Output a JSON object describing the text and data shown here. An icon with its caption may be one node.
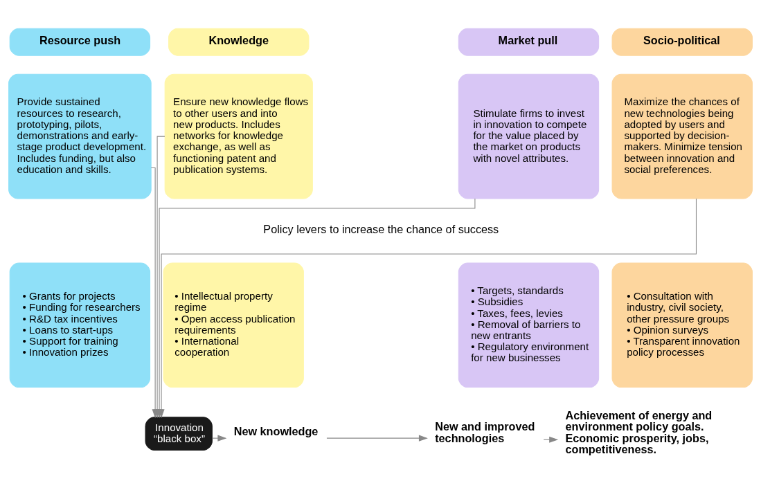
{
  "diagram": {
    "nodes": [
      {
        "text": [
          "Resource push"
        ]
      },
      {
        "text": [
          "Knowledge"
        ]
      },
      {
        "text": [
          "Market pull"
        ]
      },
      {
        "text": [
          "Socio-political"
        ]
      },
      {
        "text": [
          "Provide sustained resources to research, prototyping, pilots, demonstrations and early-stage product development. Includes funding, but also education and skills."
        ]
      },
      {
        "text": [
          "Ensure new knowledge flows to other users and into new products. Includes networks for knowledge exchange, as well as functioning patent and publication systems."
        ]
      },
      {
        "text": [
          "Stimulate firms to invest in innovation to compete for the value placed by the market on products with novel attributes."
        ]
      },
      {
        "text": [
          "Maximize the chances of new technologies being adopted by users and supported by decision-makers. Minimize tension between innovation and social preferences."
        ]
      },
      {
        "text": [
          "• Grants for projects",
          "• Funding for researchers",
          "• R&D tax incentives",
          "• Loans to start-ups",
          "• Support for training",
          "• Innovation prizes"
        ]
      },
      {
        "text": [
          "• Intellectual property regime",
          "• Open access publication requirements",
          "• International cooperation"
        ]
      },
      {
        "text": [
          "• Targets, standards",
          "• Subsidies",
          "• Taxes, fees, levies",
          "• Removal of barriers to new entrants",
          "• Regulatory environment for new businesses"
        ]
      },
      {
        "text": [
          "• Consultation with industry, civil society, other pressure groups",
          "• Opinion surveys",
          "• Transparent innovation policy processes"
        ]
      },
      {
        "text": [
          "Innovation “black box”"
        ]
      },
      {
        "text": [
          "New knowledge"
        ]
      },
      {
        "text": [
          "New and improved technologies"
        ]
      },
      {
        "text": [
          "Achievement of energy and environment policy goals. Economic prosperity, jobs, competitiveness."
        ]
      }
    ],
    "edges": [
      {
        "from": 4,
        "to": 12,
        "arrow": "to"
      },
      {
        "from": 5,
        "to": 12,
        "arrow": "to"
      },
      {
        "from": 6,
        "to": 12,
        "arrow": "to"
      },
      {
        "from": 7,
        "to": 12,
        "arrow": "to"
      },
      {
        "from": 12,
        "to": 13,
        "arrow": "to"
      },
      {
        "from": 13,
        "to": 14,
        "arrow": "to"
      },
      {
        "from": 14,
        "to": 15,
        "arrow": "to"
      }
    ],
    "labels": [
      "Policy levers to increase the chance of success"
    ]
  }
}
